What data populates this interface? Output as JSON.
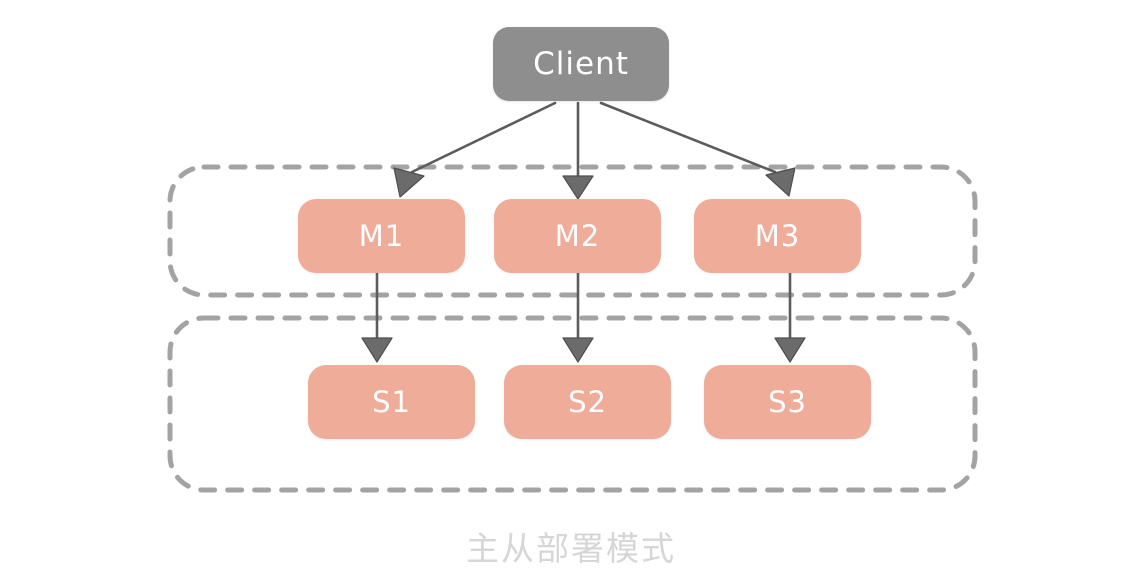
{
  "diagram": {
    "title_caption": "主从部署模式",
    "colors": {
      "node_master_slave": "#eeac99",
      "node_client": "#8e8e8e",
      "group_border": "#a3a3a3",
      "edge": "#5c5c5c",
      "caption_text": "#d6d6d6",
      "node_text": "#ffffff",
      "background": "#ffffff"
    },
    "client": {
      "label": "Client"
    },
    "groups": [
      {
        "name": "master-group",
        "label": ""
      },
      {
        "name": "slave-group",
        "label": ""
      }
    ],
    "masters": [
      {
        "label": "M1"
      },
      {
        "label": "M2"
      },
      {
        "label": "M3"
      }
    ],
    "slaves": [
      {
        "label": "S1"
      },
      {
        "label": "S2"
      },
      {
        "label": "S3"
      }
    ],
    "edges": [
      {
        "from": "Client",
        "to": "M1"
      },
      {
        "from": "Client",
        "to": "M2"
      },
      {
        "from": "Client",
        "to": "M3"
      },
      {
        "from": "M1",
        "to": "S1"
      },
      {
        "from": "M2",
        "to": "S2"
      },
      {
        "from": "M3",
        "to": "S3"
      }
    ]
  }
}
